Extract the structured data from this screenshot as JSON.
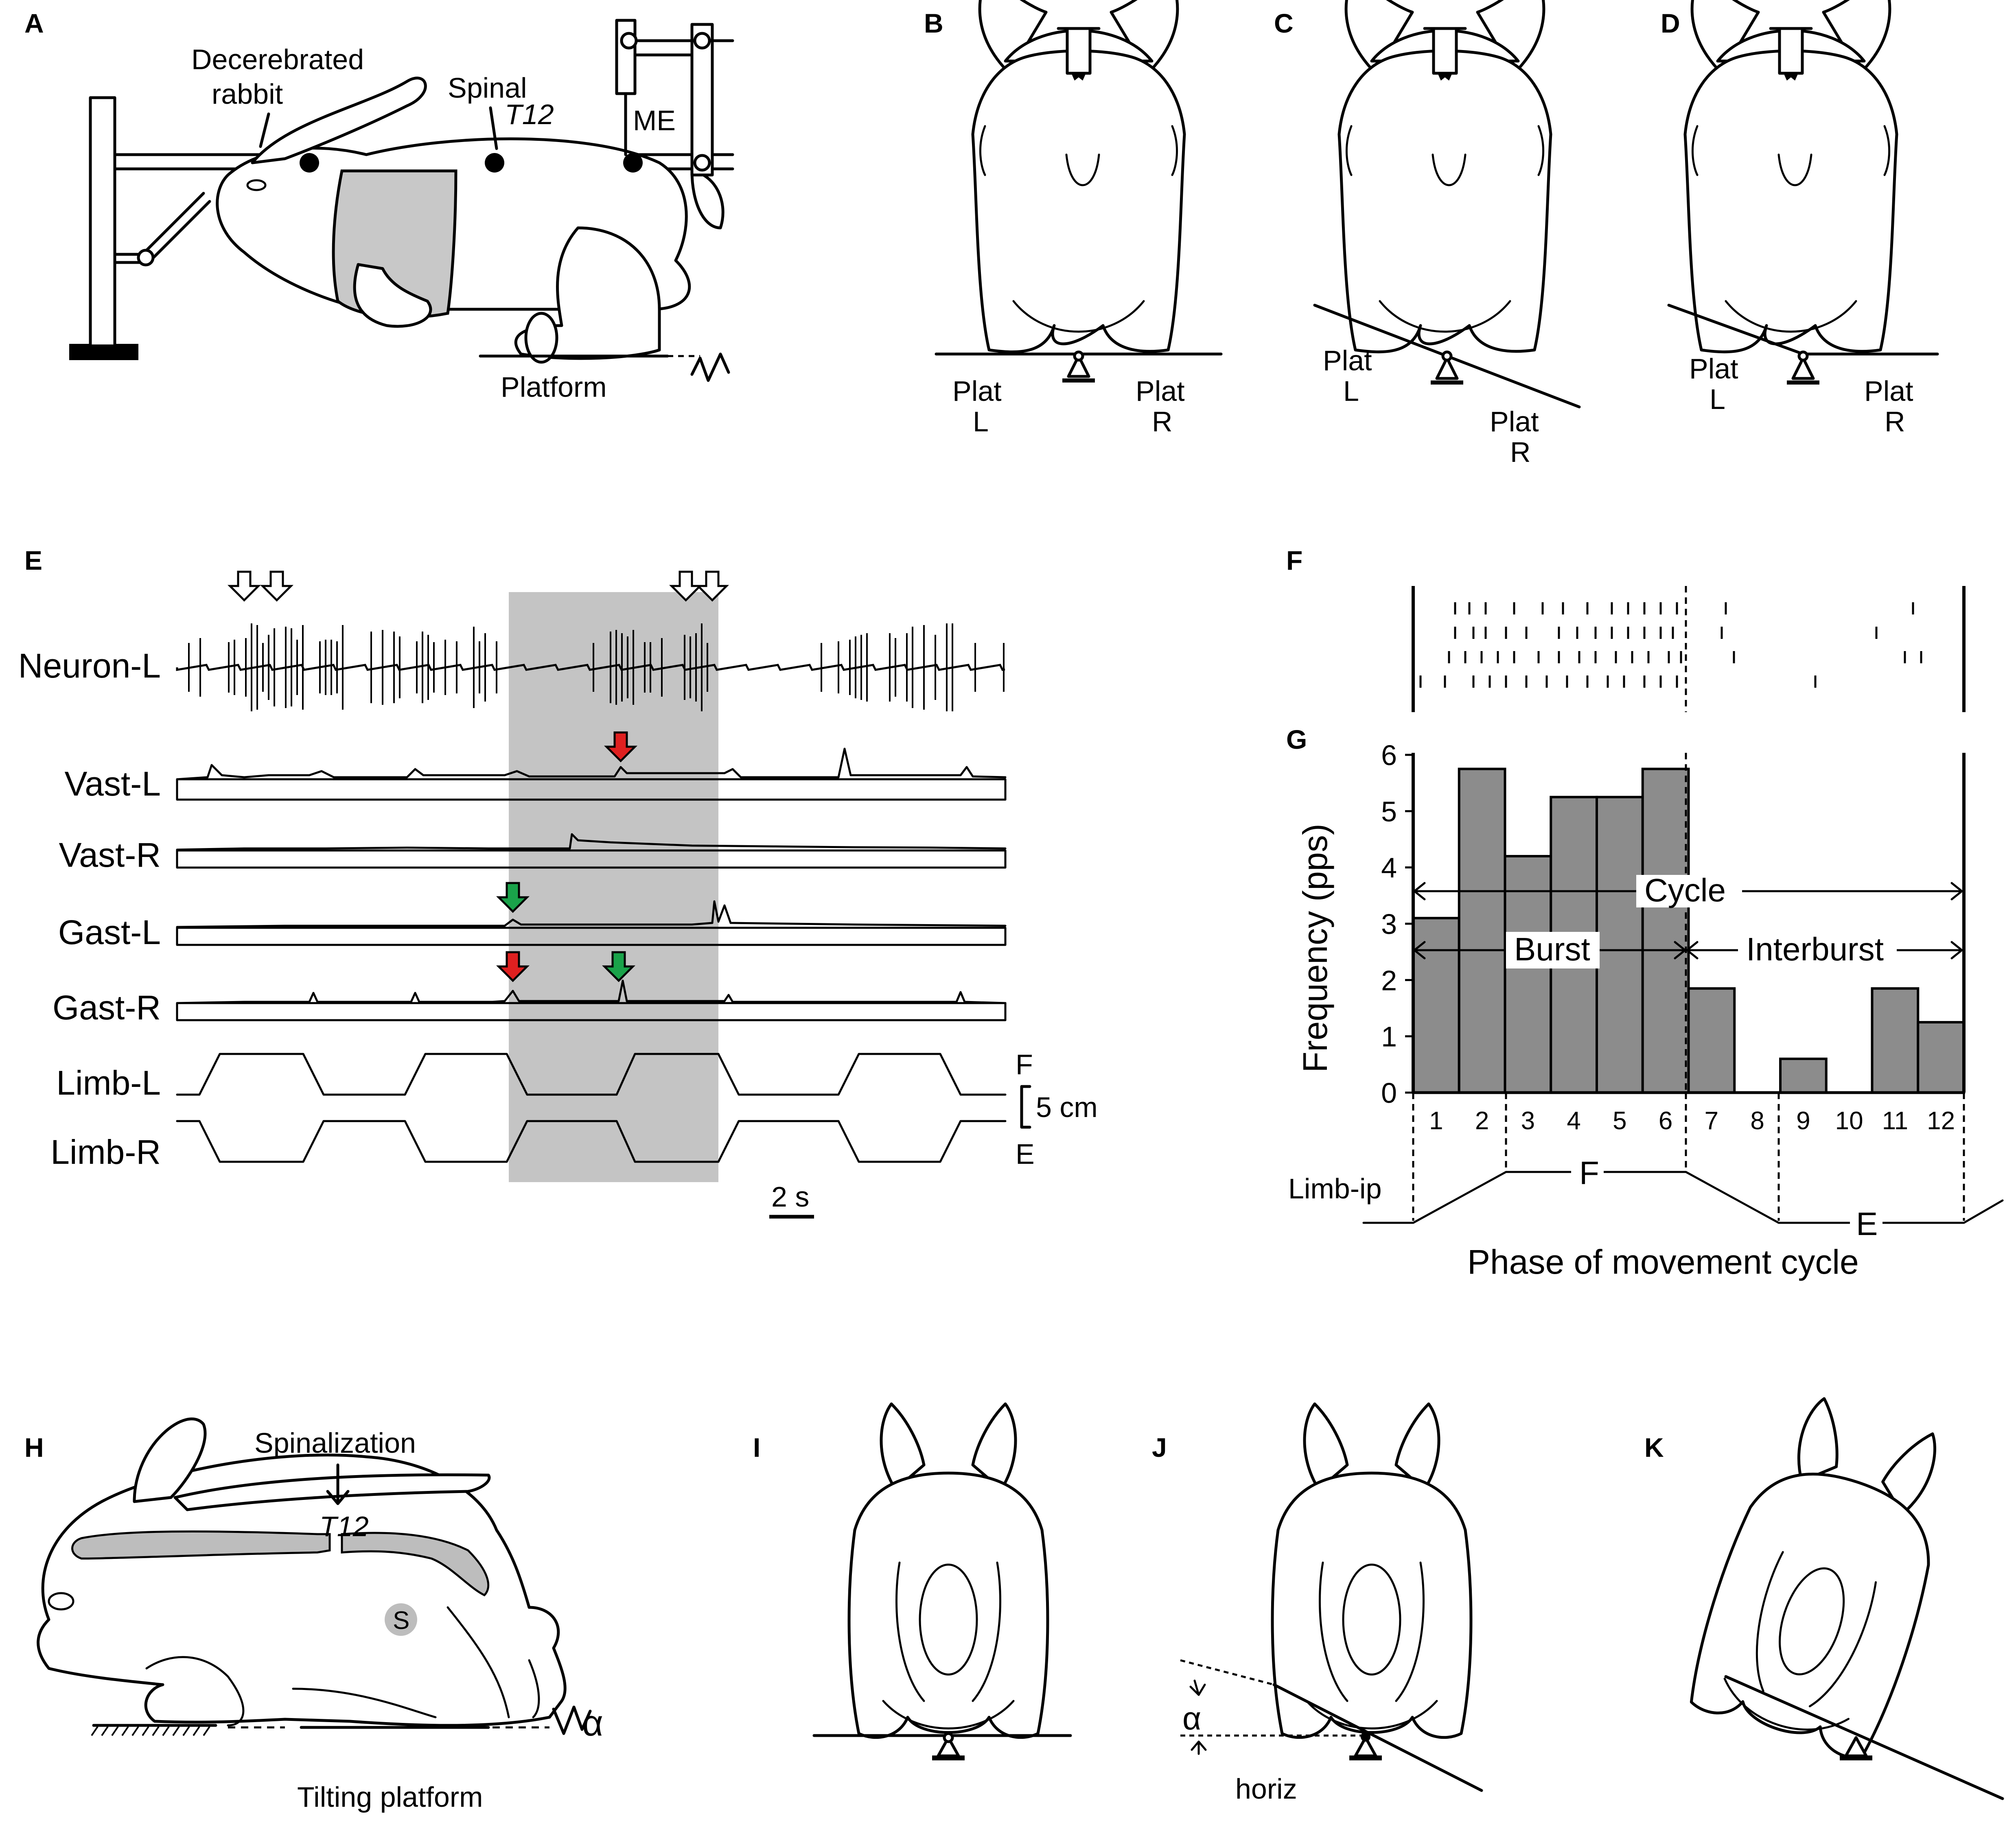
{
  "panels": {
    "A": "A",
    "B": "B",
    "C": "C",
    "D": "D",
    "E": "E",
    "F": "F",
    "G": "G",
    "H": "H",
    "I": "I",
    "J": "J",
    "K": "K"
  },
  "panelA": {
    "decerebrated": "Decerebrated",
    "rabbit": "rabbit",
    "spinal": "Spinal",
    "t12": "T12",
    "me": "ME",
    "platform": "Platform"
  },
  "platLabels": {
    "plat": "Plat",
    "l": "L",
    "r": "R"
  },
  "panelE": {
    "traces": [
      "Neuron-L",
      "Vast-L",
      "Vast-R",
      "Gast-L",
      "Gast-R",
      "Limb-L",
      "Limb-R"
    ],
    "f": "F",
    "e": "E",
    "scale_cm": "5 cm",
    "scale_s": "2 s"
  },
  "panelH": {
    "spinalization": "Spinalization",
    "t12": "T12",
    "s": "S",
    "tilting": "Tilting platform",
    "alpha": "α"
  },
  "panelJ": {
    "alpha": "α",
    "horiz": "horiz"
  },
  "chart_data": {
    "type": "bar",
    "title": "",
    "ylabel": "Frequency (pps)",
    "xlabel": "Phase of movement cycle",
    "categories": [
      "1",
      "2",
      "3",
      "4",
      "5",
      "6",
      "7",
      "8",
      "9",
      "10",
      "11",
      "12"
    ],
    "values": [
      3.1,
      5.75,
      4.2,
      5.25,
      5.25,
      5.75,
      1.85,
      0,
      0.6,
      0,
      1.85,
      1.25
    ],
    "ylim": [
      0,
      6
    ],
    "yticks": [
      "0",
      "1",
      "2",
      "3",
      "4",
      "5",
      "6"
    ],
    "annotations": {
      "cycle": "Cycle",
      "burst": "Burst",
      "interburst": "Interburst",
      "limb_ip": "Limb-ip",
      "f": "F",
      "e": "E"
    },
    "bar_color": "#8c8c8c"
  }
}
